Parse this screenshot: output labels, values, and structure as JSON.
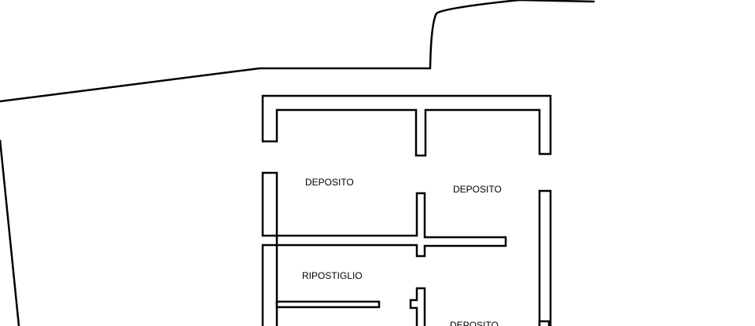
{
  "plan": {
    "rooms": [
      {
        "label": "DEPOSITO"
      },
      {
        "label": "DEPOSITO"
      },
      {
        "label": "RIPOSTIGLIO"
      },
      {
        "label": "DEPOSITO"
      }
    ]
  },
  "colors": {
    "line": "#000000",
    "background": "#ffffff"
  }
}
